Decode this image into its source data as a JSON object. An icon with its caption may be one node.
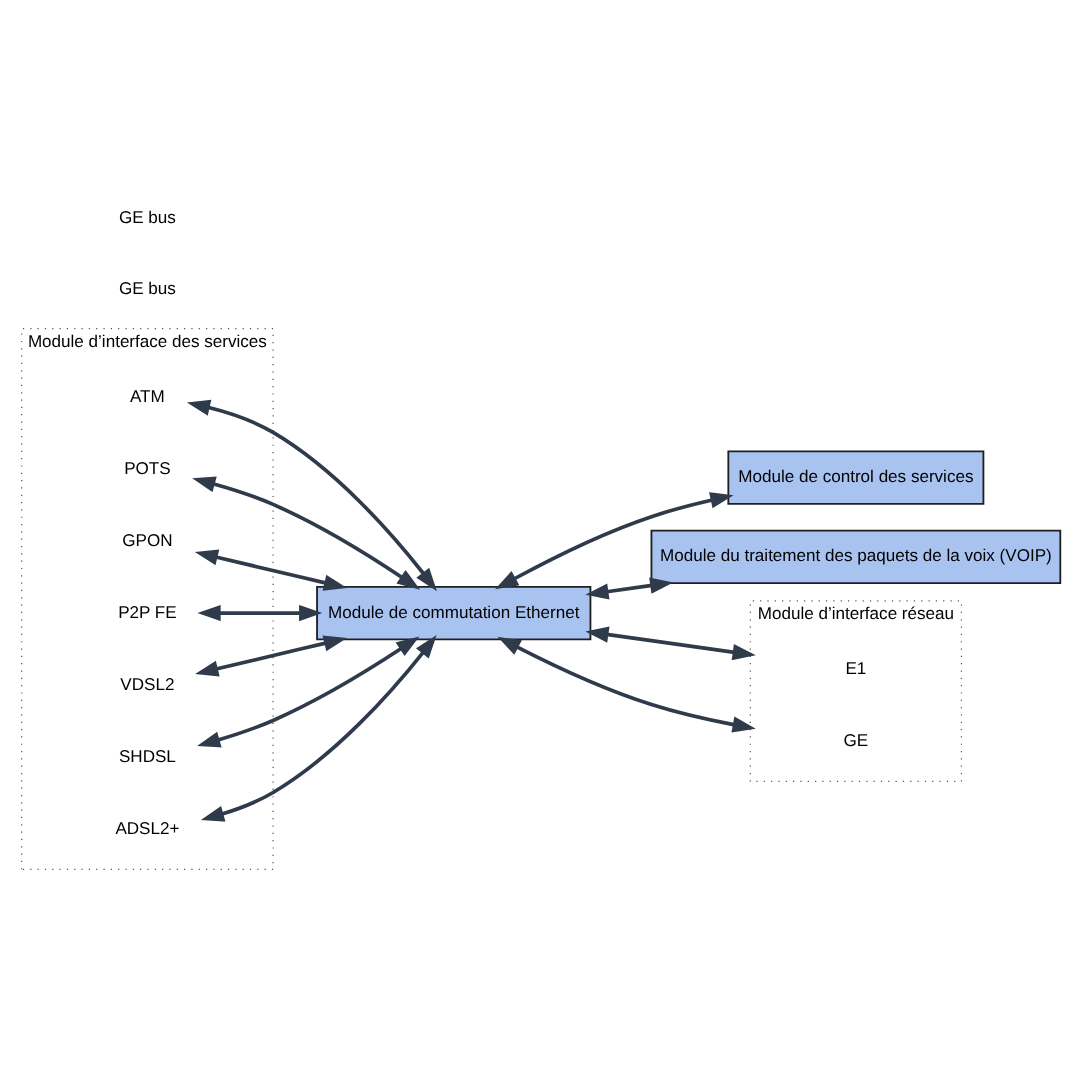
{
  "diagram": {
    "nodes": [
      {
        "text": [
          "Module d’interface des services"
        ]
      },
      {
        "text": [
          "ADSL2+"
        ],
        "in": 0
      },
      {
        "text": [
          "SHDSL"
        ],
        "in": 0
      },
      {
        "text": [
          "VDSL2"
        ],
        "in": 0
      },
      {
        "text": [
          "P2P FE"
        ],
        "in": 0
      },
      {
        "text": [
          "GPON"
        ],
        "in": 0
      },
      {
        "text": [
          "POTS"
        ],
        "in": 0
      },
      {
        "text": [
          "ATM"
        ],
        "in": 0
      },
      {
        "text": [
          "Module de commutation Ethernet"
        ]
      },
      {
        "text": [
          "Module de control des services"
        ]
      },
      {
        "text": [
          "Module du traitement des paquets de la voix (VOIP)"
        ]
      },
      {
        "text": [
          "Module d’interface réseau"
        ]
      },
      {
        "text": [
          "GE"
        ],
        "in": 11
      },
      {
        "text": [
          "E1"
        ],
        "in": 11
      }
    ],
    "edges": [
      {
        "from": 1,
        "to": 8,
        "arrow": "both"
      },
      {
        "from": 2,
        "to": 8,
        "arrow": "both"
      },
      {
        "from": 3,
        "to": 8,
        "arrow": "both"
      },
      {
        "from": 4,
        "to": 8,
        "arrow": "both"
      },
      {
        "from": 5,
        "to": 8,
        "arrow": "both"
      },
      {
        "from": 6,
        "to": 8,
        "arrow": "both"
      },
      {
        "from": 7,
        "to": 8,
        "arrow": "both"
      },
      {
        "from": 8,
        "to": 9,
        "arrow": "both"
      },
      {
        "from": 8,
        "to": 11,
        "arrow": "both"
      },
      {
        "from": 8,
        "to": 11,
        "arrow": "both"
      },
      {
        "from": 8,
        "to": 10,
        "arrow": "both"
      }
    ],
    "labels": [
      "GE bus",
      "GE bus"
    ]
  }
}
